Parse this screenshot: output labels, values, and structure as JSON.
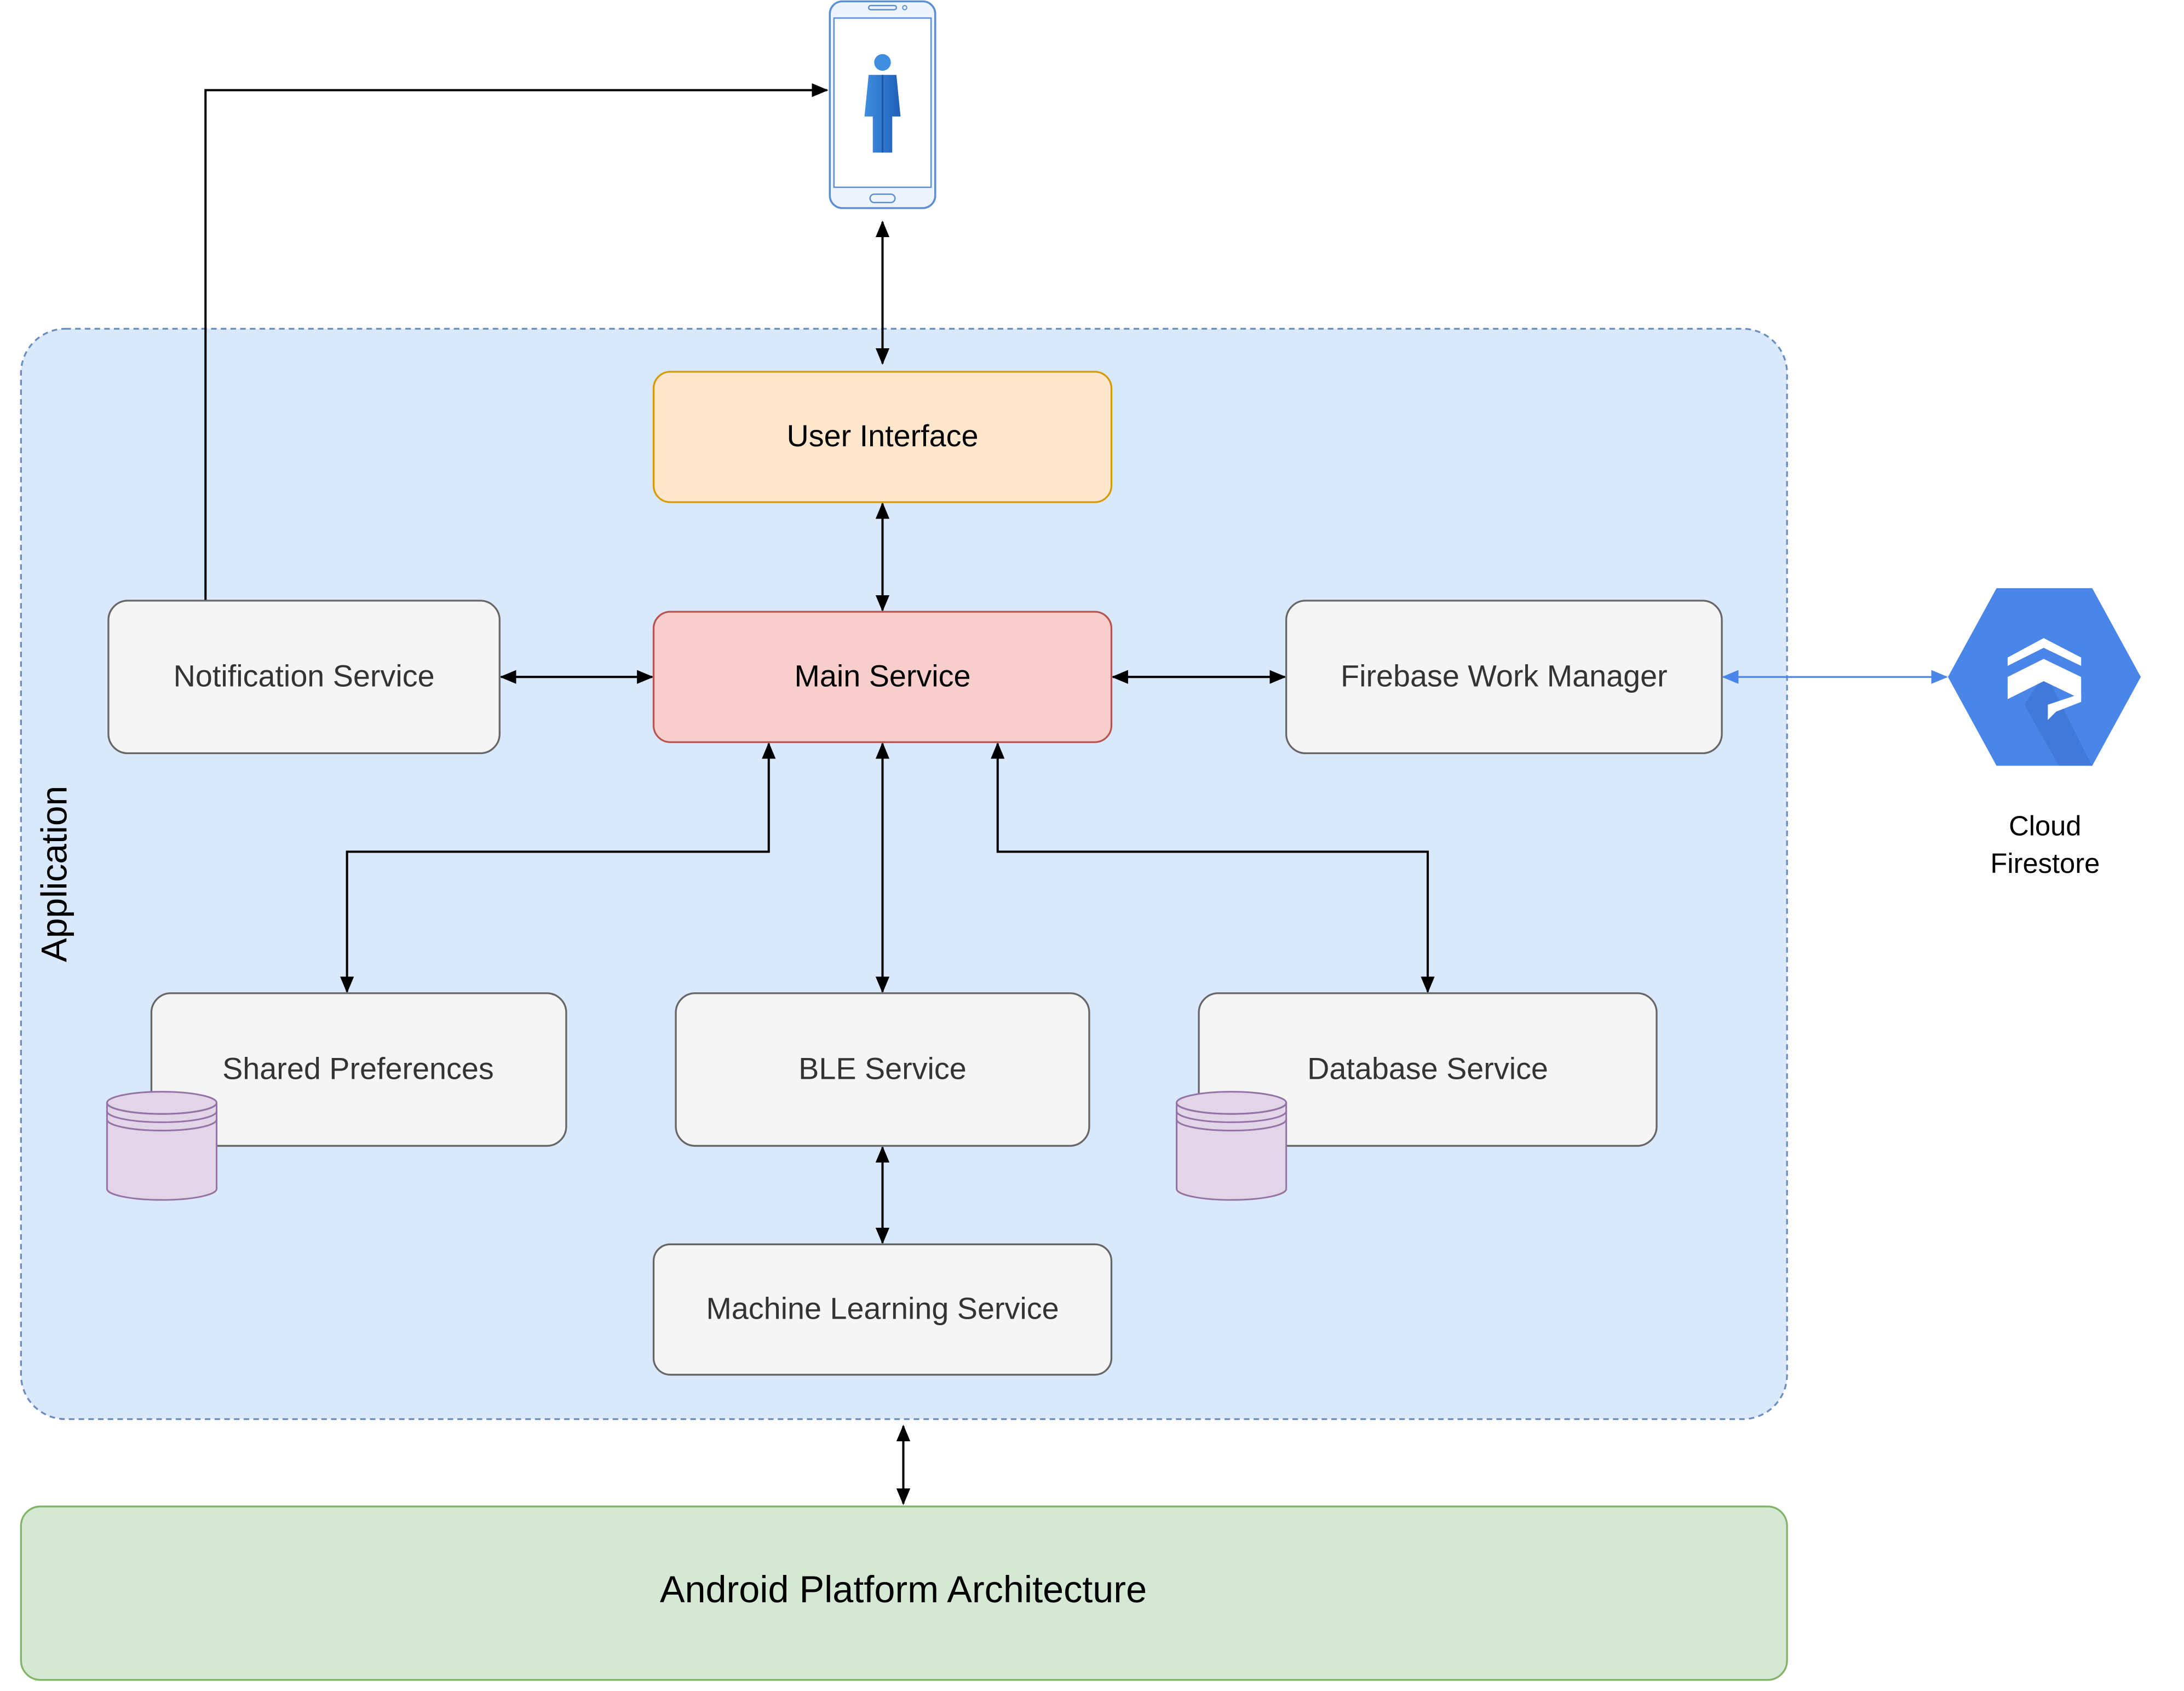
{
  "application": {
    "label": "Application"
  },
  "nodes": {
    "user_interface": "User Interface",
    "main_service": "Main Service",
    "notification_service": "Notification Service",
    "firebase_work_manager": "Firebase Work Manager",
    "shared_preferences": "Shared Preferences",
    "ble_service": "BLE Service",
    "database_service": "Database Service",
    "machine_learning_service": "Machine Learning Service"
  },
  "android": {
    "label": "Android Platform Architecture"
  },
  "cloud": {
    "line1": "Cloud",
    "line2": "Firestore"
  },
  "icons": {
    "phone": "smartphone-user-icon",
    "database": "database-cylinder-icon",
    "cloud": "cloud-firestore-icon"
  },
  "colors": {
    "application_fill": "#dae8fc",
    "application_stroke": "#6c8ebf",
    "ui_fill": "#ffe6cc",
    "ui_stroke": "#d79b00",
    "main_fill": "#f8cecc",
    "main_stroke": "#b85450",
    "service_fill": "#f5f5f5",
    "service_stroke": "#666666",
    "android_fill": "#d5e8d4",
    "android_stroke": "#82b366",
    "db_fill": "#e1d5e7",
    "db_stroke": "#9673a6",
    "cloud_arrow": "#4a86e8"
  }
}
